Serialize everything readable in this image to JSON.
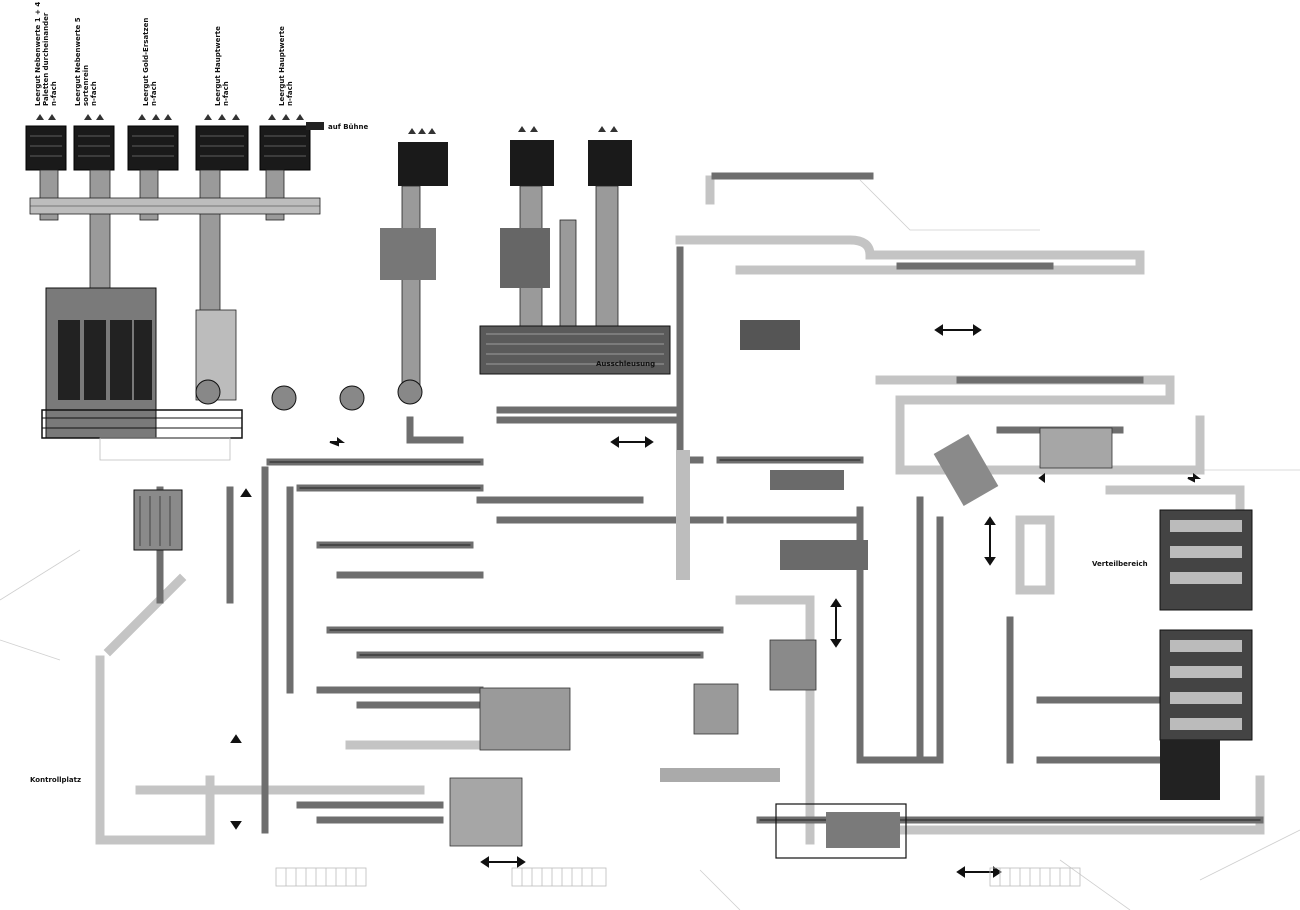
{
  "diagram": {
    "palette": {
      "conveyor": "#8a8a8a",
      "conveyor_dark": "#555555",
      "ink": "#111111",
      "floor": "#ffffff",
      "unit_fill": "#1a1a1a",
      "zone_fill": "#9a9a9a",
      "light_lane": "#c8c8c8"
    },
    "station_labels": [
      {
        "line1": "Leergut Nebenwerte 1 + 4",
        "line2": "Paletten durcheinander",
        "line3": "n-fach"
      },
      {
        "line1": "Leergut Nebenwerte 5",
        "line2": "sortenrein",
        "line3": "n-fach"
      },
      {
        "line1": "Leergut Gold-Ersatzen",
        "line2": "n-fach",
        "line3": ""
      },
      {
        "line1": "Leergut Hauptwerte",
        "line2": "n-fach",
        "line3": ""
      },
      {
        "line1": "Leergut Hauptwerte",
        "line2": "n-fach",
        "line3": ""
      }
    ],
    "badge_label": "auf Bühne",
    "labels": {
      "sorter_lower": "Verteilbereich",
      "left_block": "Kontrollplatz",
      "center_block": "Ausschleusung"
    }
  }
}
